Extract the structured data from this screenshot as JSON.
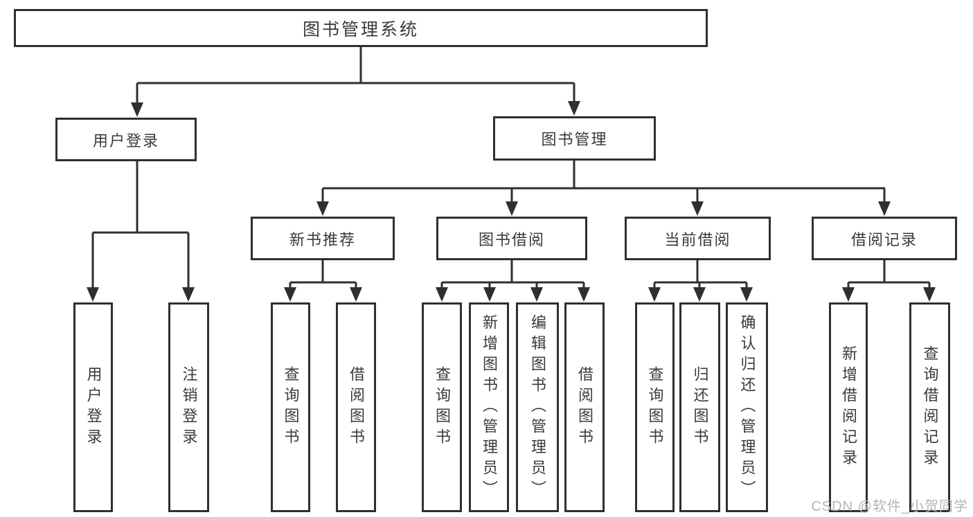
{
  "diagram": {
    "root": {
      "label": "图书管理系统"
    },
    "level2": [
      {
        "label": "用户登录"
      },
      {
        "label": "图书管理"
      }
    ],
    "level3": [
      {
        "label": "新书推荐"
      },
      {
        "label": "图书借阅"
      },
      {
        "label": "当前借阅"
      },
      {
        "label": "借阅记录"
      }
    ],
    "leaves": {
      "user": [
        {
          "label": "用户登录"
        },
        {
          "label": "注销登录"
        }
      ],
      "new_book": [
        {
          "label": "查询图书"
        },
        {
          "label": "借阅图书"
        }
      ],
      "book_borrow": [
        {
          "label": "查询图书"
        },
        {
          "label": "新增图书（管理员）"
        },
        {
          "label": "编辑图书（管理员）"
        },
        {
          "label": "借阅图书"
        }
      ],
      "current_borrow": [
        {
          "label": "查询图书"
        },
        {
          "label": "归还图书"
        },
        {
          "label": "确认归还（管理员）"
        }
      ],
      "records": [
        {
          "label": "新增借阅记录"
        },
        {
          "label": "查询借阅记录"
        }
      ]
    }
  },
  "watermark": {
    "text": "CSDN @软件_小贺同学"
  },
  "colors": {
    "line": "#2f2f2f",
    "box_border": "#2f2f2f",
    "text": "#3a3a3a",
    "background": "#ffffff",
    "watermark": "#b5b5b5"
  }
}
